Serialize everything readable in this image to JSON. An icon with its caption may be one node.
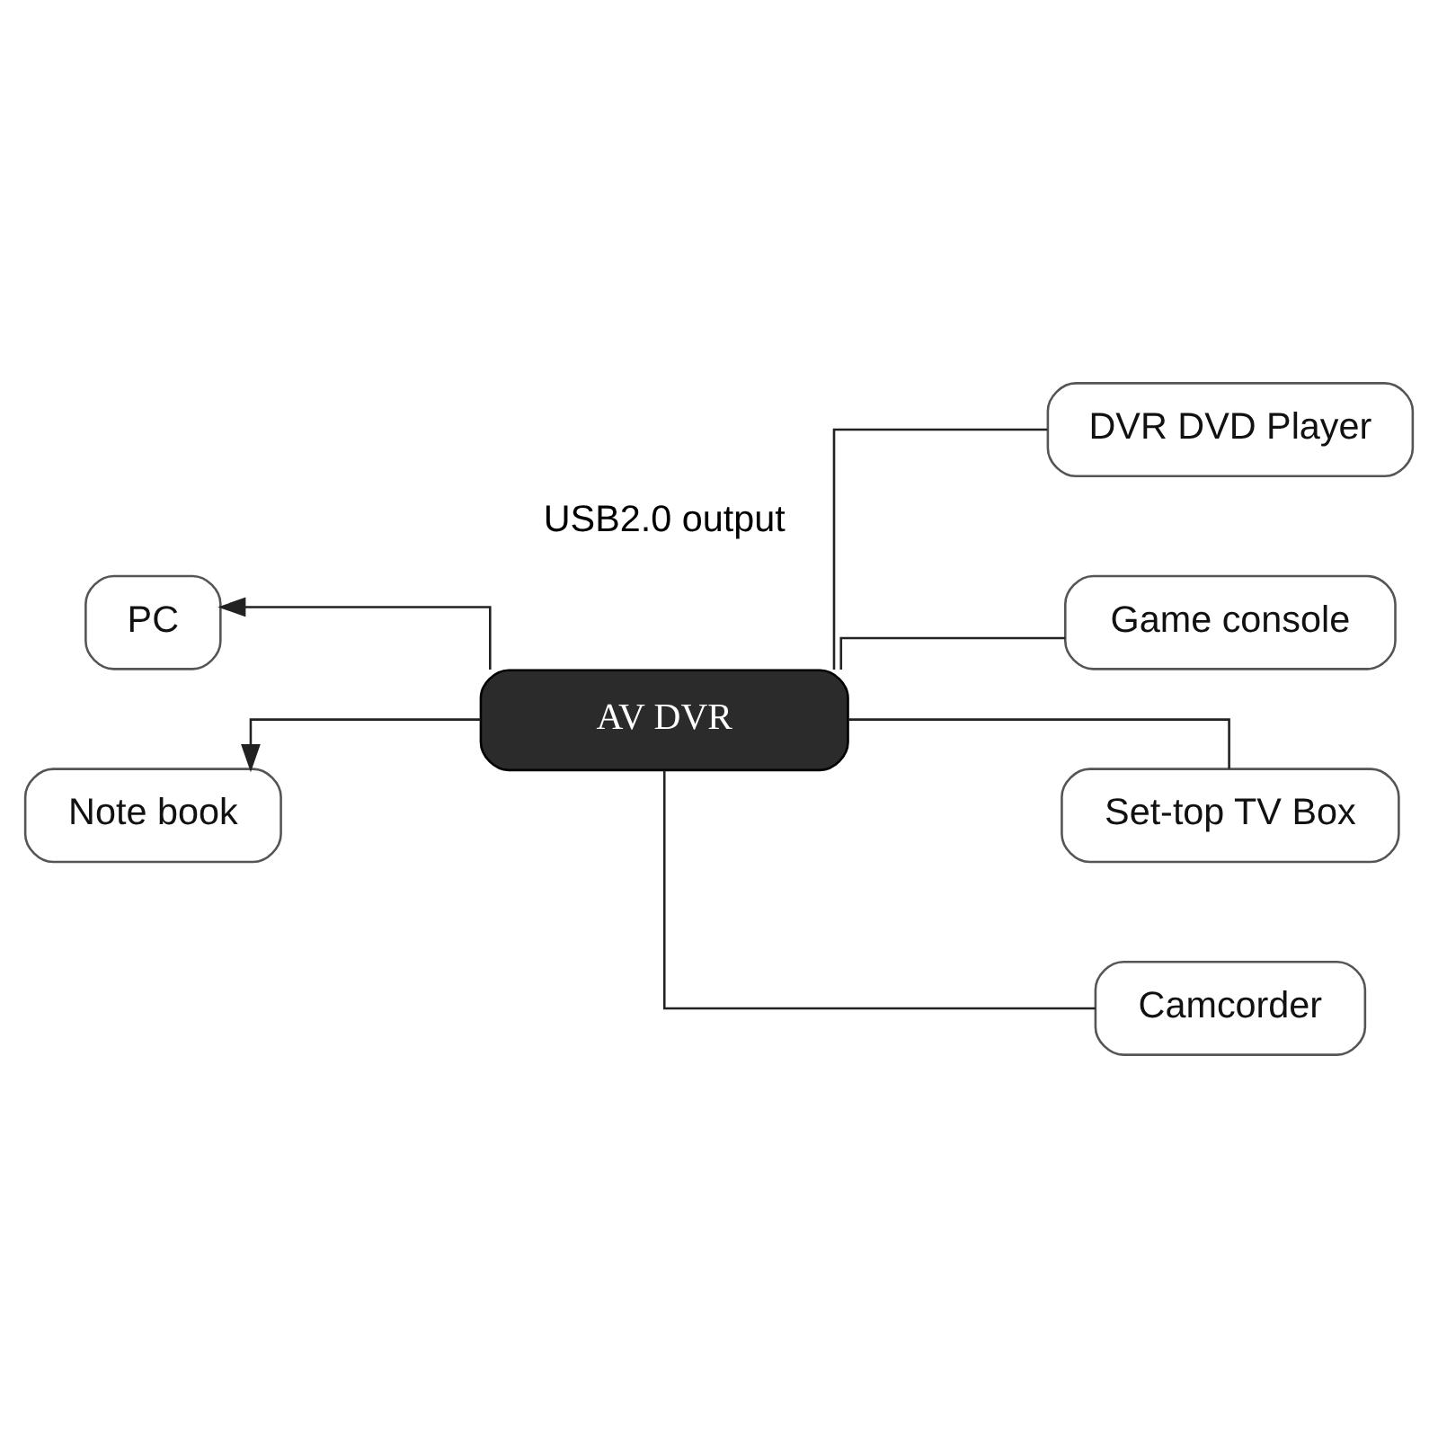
{
  "diagram": {
    "nodes": [
      {
        "text": [
          "PC"
        ]
      },
      {
        "text": [
          "Note book"
        ]
      },
      {
        "text": [
          "AV DVR"
        ]
      },
      {
        "text": [
          "DVR DVD Player"
        ]
      },
      {
        "text": [
          "Game console"
        ]
      },
      {
        "text": [
          "Set-top TV Box"
        ]
      },
      {
        "text": [
          "Camcorder"
        ]
      }
    ],
    "edges": [
      {
        "from": 2,
        "to": 0,
        "arrow": "to"
      },
      {
        "from": 2,
        "to": 1,
        "arrow": "to"
      },
      {
        "from": 3,
        "to": 2,
        "arrow": "none"
      },
      {
        "from": 4,
        "to": 2,
        "arrow": "none"
      },
      {
        "from": 5,
        "to": 2,
        "arrow": "none"
      },
      {
        "from": 6,
        "to": 2,
        "arrow": "none"
      }
    ],
    "labels": [
      "USB2.0 output"
    ]
  }
}
